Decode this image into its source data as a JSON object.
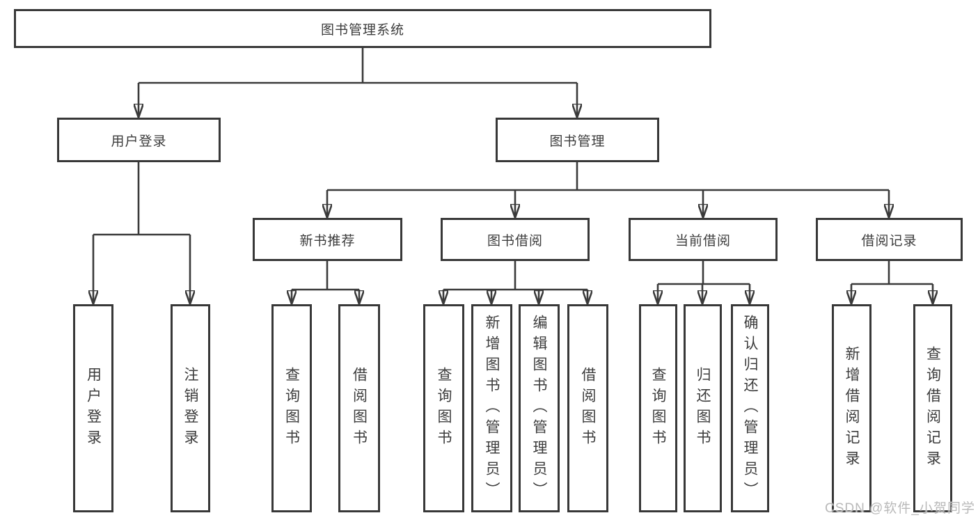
{
  "diagram": {
    "root": "图书管理系统",
    "user_login": {
      "label": "用户登录",
      "children": {
        "user_login": "用户登录",
        "logout": "注销登录"
      }
    },
    "book_mgmt": {
      "label": "图书管理",
      "sections": {
        "new_book": {
          "label": "新书推荐",
          "children": {
            "query_book": "查询图书",
            "borrow_book": "借阅图书"
          }
        },
        "borrow": {
          "label": "图书借阅",
          "children": {
            "query_book": "查询图书",
            "add_book": "新增图书（管理员）",
            "edit_book": "编辑图书（管理员）",
            "borrow_book": "借阅图书"
          }
        },
        "current": {
          "label": "当前借阅",
          "children": {
            "query_book": "查询图书",
            "return_book": "归还图书",
            "confirm_return": "确认归还（管理员）"
          }
        },
        "records": {
          "label": "借阅记录",
          "children": {
            "add_record": "新增借阅记录",
            "query_record": "查询借阅记录"
          }
        }
      }
    }
  },
  "colors": {
    "ink": "#3a3a3a",
    "watermark": "#b9b9b9"
  },
  "watermark": "CSDN @软件_小贺同学"
}
